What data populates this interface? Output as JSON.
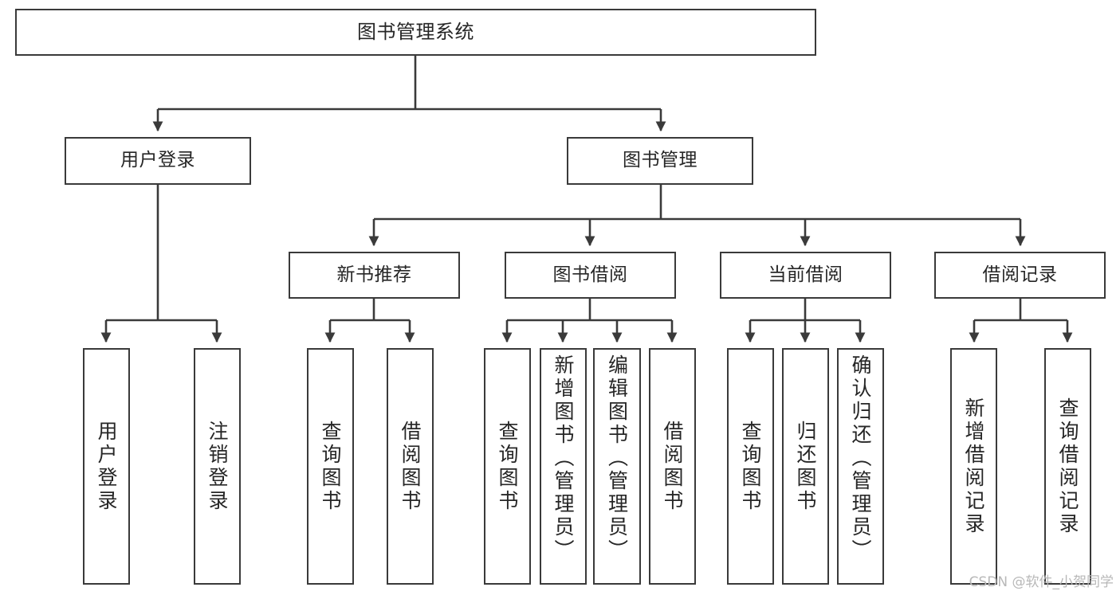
{
  "diagram": {
    "title": "图书管理系统",
    "type": "tree-hierarchy",
    "root": {
      "label": "图书管理系统"
    },
    "level2": [
      {
        "label": "用户登录"
      },
      {
        "label": "图书管理"
      }
    ],
    "level3": [
      {
        "label": "新书推荐"
      },
      {
        "label": "图书借阅"
      },
      {
        "label": "当前借阅"
      },
      {
        "label": "借阅记录"
      }
    ],
    "leaves": {
      "user_login": [
        {
          "label": "用户登录"
        },
        {
          "label": "注销登录"
        }
      ],
      "new_book_recommend": [
        {
          "label": "查询图书"
        },
        {
          "label": "借阅图书"
        }
      ],
      "book_borrow": [
        {
          "label": "查询图书"
        },
        {
          "label": "新增图书（管理员）"
        },
        {
          "label": "编辑图书（管理员）"
        },
        {
          "label": "借阅图书"
        }
      ],
      "current_borrow": [
        {
          "label": "查询图书"
        },
        {
          "label": "归还图书"
        },
        {
          "label": "确认归还（管理员）"
        }
      ],
      "borrow_record": [
        {
          "label": "新增借阅记录"
        },
        {
          "label": "查询借阅记录"
        }
      ]
    }
  },
  "watermark": {
    "text": "CSDN @软件_小贺同学"
  },
  "colors": {
    "border": "#3a3a3a",
    "text": "#262626",
    "background": "#ffffff",
    "watermark": "#b8b8b8"
  }
}
